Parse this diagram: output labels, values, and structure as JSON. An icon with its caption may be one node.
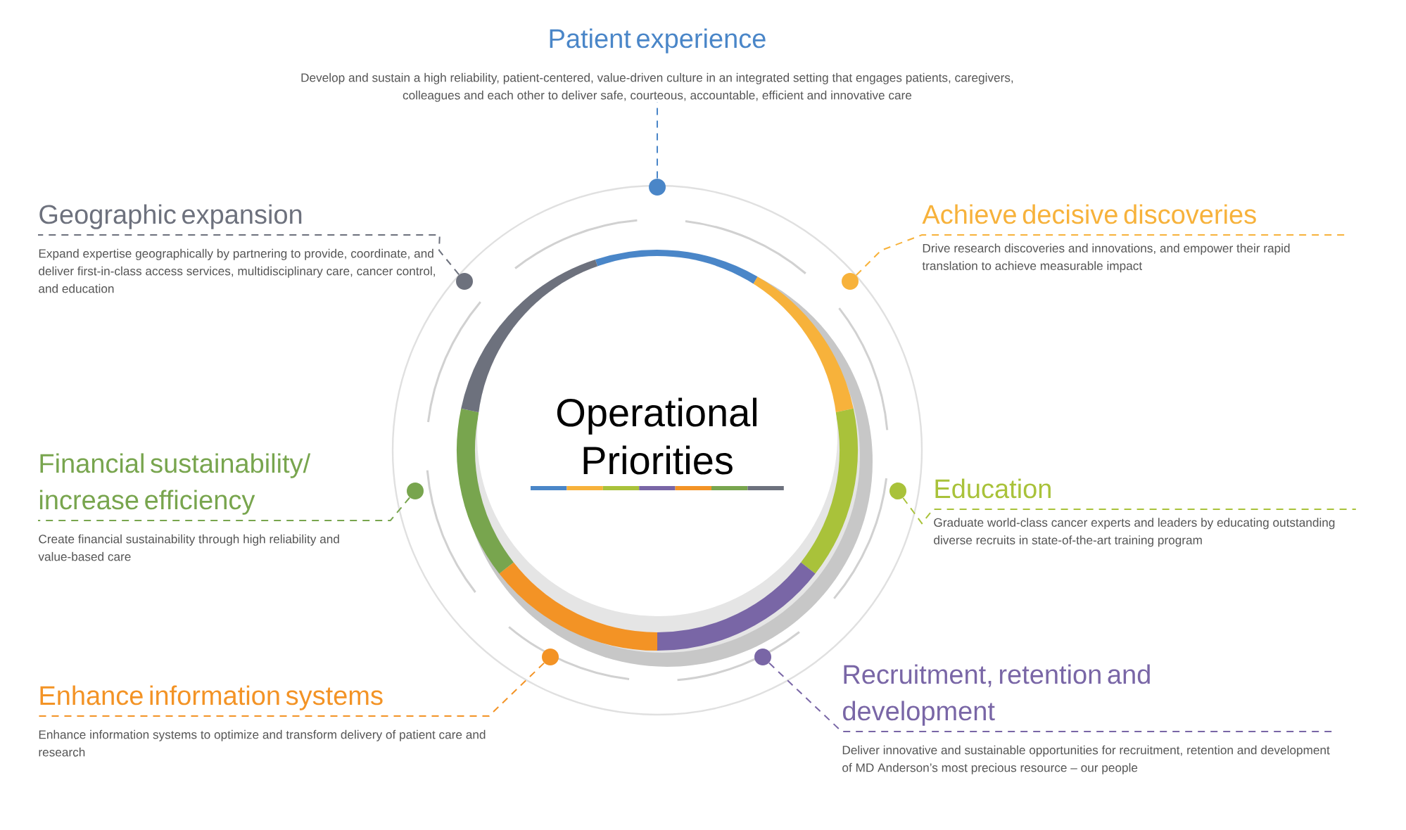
{
  "diagram": {
    "nodes": [
      {
        "text": [
          "Operational Priorities"
        ]
      },
      {
        "text": [
          "Patient experience",
          "Develop and sustain a high reliability, patient-centered, value-driven culture in an integrated setting that engages patients, caregivers, colleagues and each other to deliver safe, courteous, accountable, efficient and innovative care"
        ]
      },
      {
        "text": [],
        "shape": "circle"
      },
      {
        "text": [
          "Geographic expansion",
          "Expand expertise geographically by partnering to provide, coordinate, and deliver first-in-class access services, multidisciplinary care, cancer control, and education"
        ]
      },
      {
        "text": [],
        "shape": "circle"
      },
      {
        "text": [
          "Achieve decisive discoveries",
          "Drive research discoveries and innovations, and empower their rapid translation to achieve measurable impact"
        ]
      },
      {
        "text": [],
        "shape": "circle"
      },
      {
        "text": [
          "Financial sustainability/ increase efficiency",
          "Create financial sustainability through high reliability and value-based care"
        ]
      },
      {
        "text": [],
        "shape": "circle"
      },
      {
        "text": [
          "Education",
          "Graduate world-class cancer experts and leaders by educating outstanding diverse recruits in state-of-the-art training program"
        ]
      },
      {
        "text": [],
        "shape": "circle"
      },
      {
        "text": [
          "Enhance information systems",
          "Enhance information systems to optimize and transform delivery of patient care and research"
        ]
      },
      {
        "text": [],
        "shape": "circle"
      },
      {
        "text": [
          "Recruitment, retention and development",
          "Deliver innovative and sustainable opportunities for recruitment, retention and development of MD Anderson’s most precious resource – our people"
        ]
      },
      {
        "text": [],
        "shape": "circle"
      }
    ],
    "edges": [
      {
        "from": 2,
        "to": 1,
        "arrow": "none",
        "style": "dashed",
        "color": "#4a86c8"
      },
      {
        "from": 4,
        "to": 3,
        "arrow": "none",
        "style": "dashed",
        "color": "#6d717d"
      },
      {
        "from": 6,
        "to": 5,
        "arrow": "none",
        "style": "dashed",
        "color": "#f7b23b"
      },
      {
        "from": 8,
        "to": 7,
        "arrow": "none",
        "style": "dashed",
        "color": "#78a54e"
      },
      {
        "from": 10,
        "to": 9,
        "arrow": "none",
        "style": "dashed",
        "color": "#a9c23a"
      },
      {
        "from": 12,
        "to": 11,
        "arrow": "none",
        "style": "dashed",
        "color": "#f39325"
      },
      {
        "from": 14,
        "to": 13,
        "arrow": "none",
        "style": "dashed",
        "color": "#7966a6"
      }
    ]
  }
}
